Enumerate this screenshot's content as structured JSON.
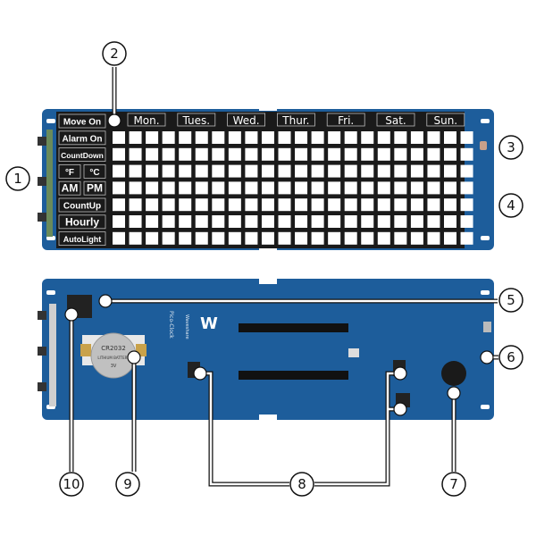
{
  "front_panel": {
    "mode_labels": [
      "Move On",
      "Alarm On",
      "CountDown",
      "°F",
      "°C",
      "AM",
      "PM",
      "CountUp",
      "Hourly",
      "AutoLight"
    ],
    "days": [
      "Mon.",
      "Tues.",
      "Wed.",
      "Thur.",
      "Fri.",
      "Sat.",
      "Sun."
    ],
    "matrix": {
      "columns": 22,
      "rows": 7
    }
  },
  "back_panel": {
    "battery_label": "CR2032",
    "battery_sub": "LITHIUM BATTERY",
    "battery_volt": "3V",
    "board_name": "Pico-Clock",
    "brand": "Waveshare"
  },
  "callouts": [
    "1",
    "2",
    "3",
    "4",
    "5",
    "6",
    "7",
    "8",
    "9",
    "10"
  ],
  "colors": {
    "pcb": "#1d5d9b",
    "panel": "#1a1a1a",
    "led": "#ffffff"
  }
}
